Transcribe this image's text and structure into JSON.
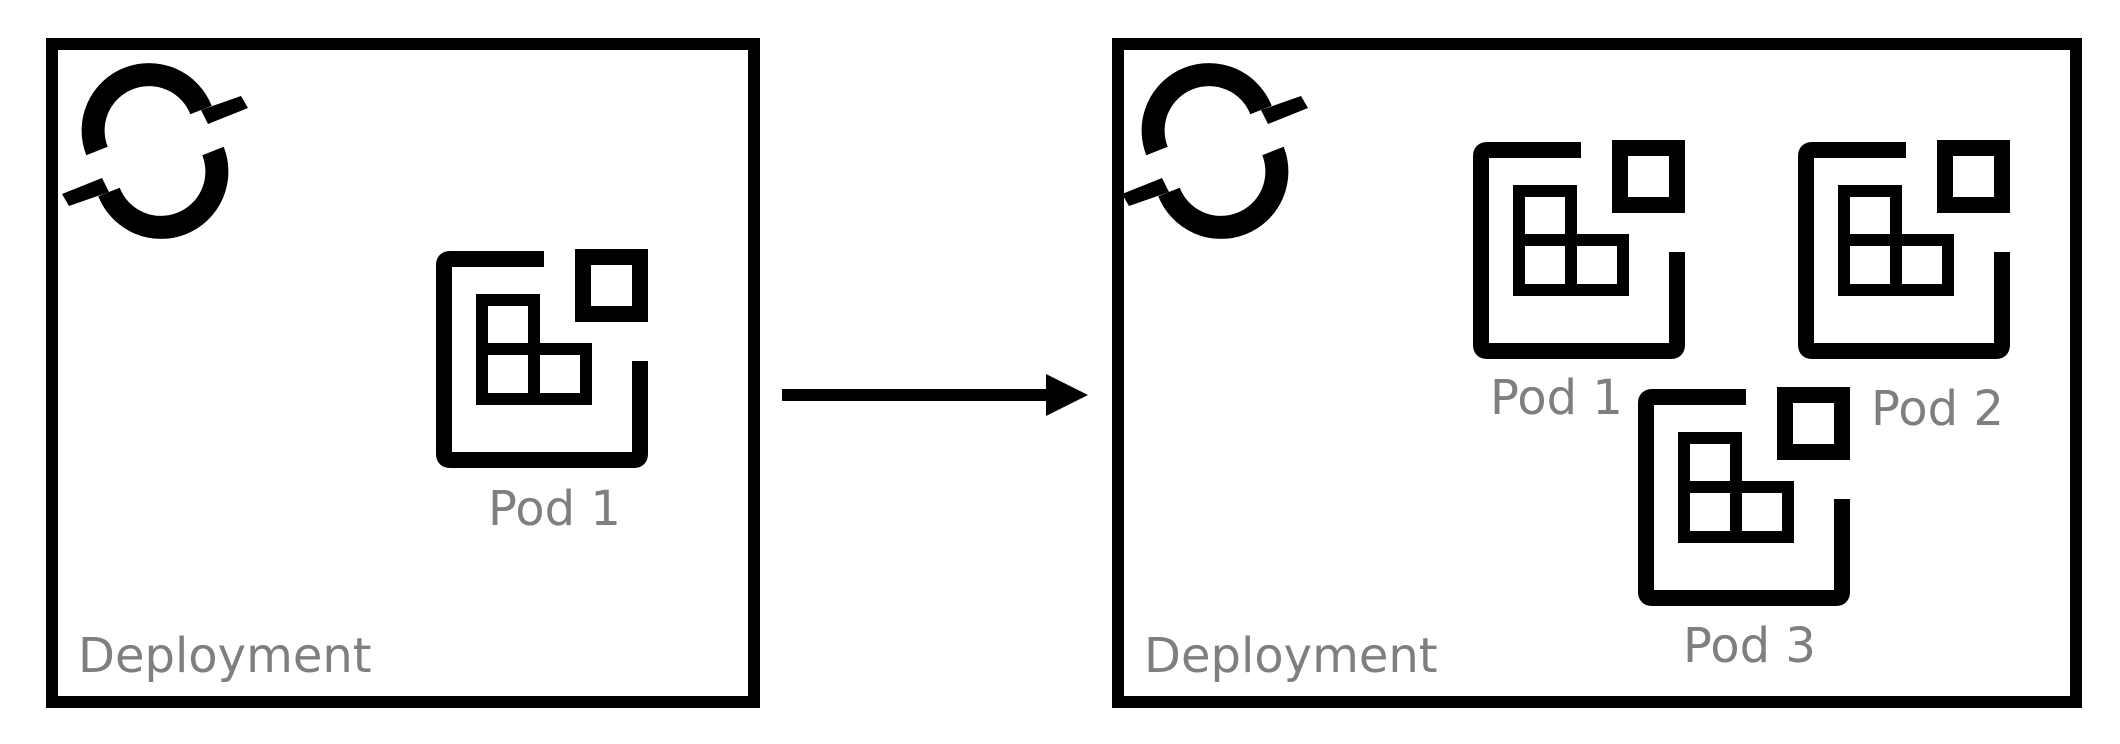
{
  "before": {
    "deployment_label": "Deployment",
    "pods": [
      {
        "label": "Pod 1"
      }
    ],
    "icons": {
      "replica": "sync-icon",
      "pod": "container-box-icon"
    }
  },
  "after": {
    "deployment_label": "Deployment",
    "pods": [
      {
        "label": "Pod 1"
      },
      {
        "label": "Pod 2"
      },
      {
        "label": "Pod 3"
      }
    ],
    "icons": {
      "replica": "sync-icon",
      "pod": "container-box-icon"
    }
  },
  "arrow": {
    "icon": "arrow-right-icon"
  },
  "colors": {
    "stroke": "#000000",
    "label": "#7f7f7f",
    "background": "#ffffff"
  }
}
